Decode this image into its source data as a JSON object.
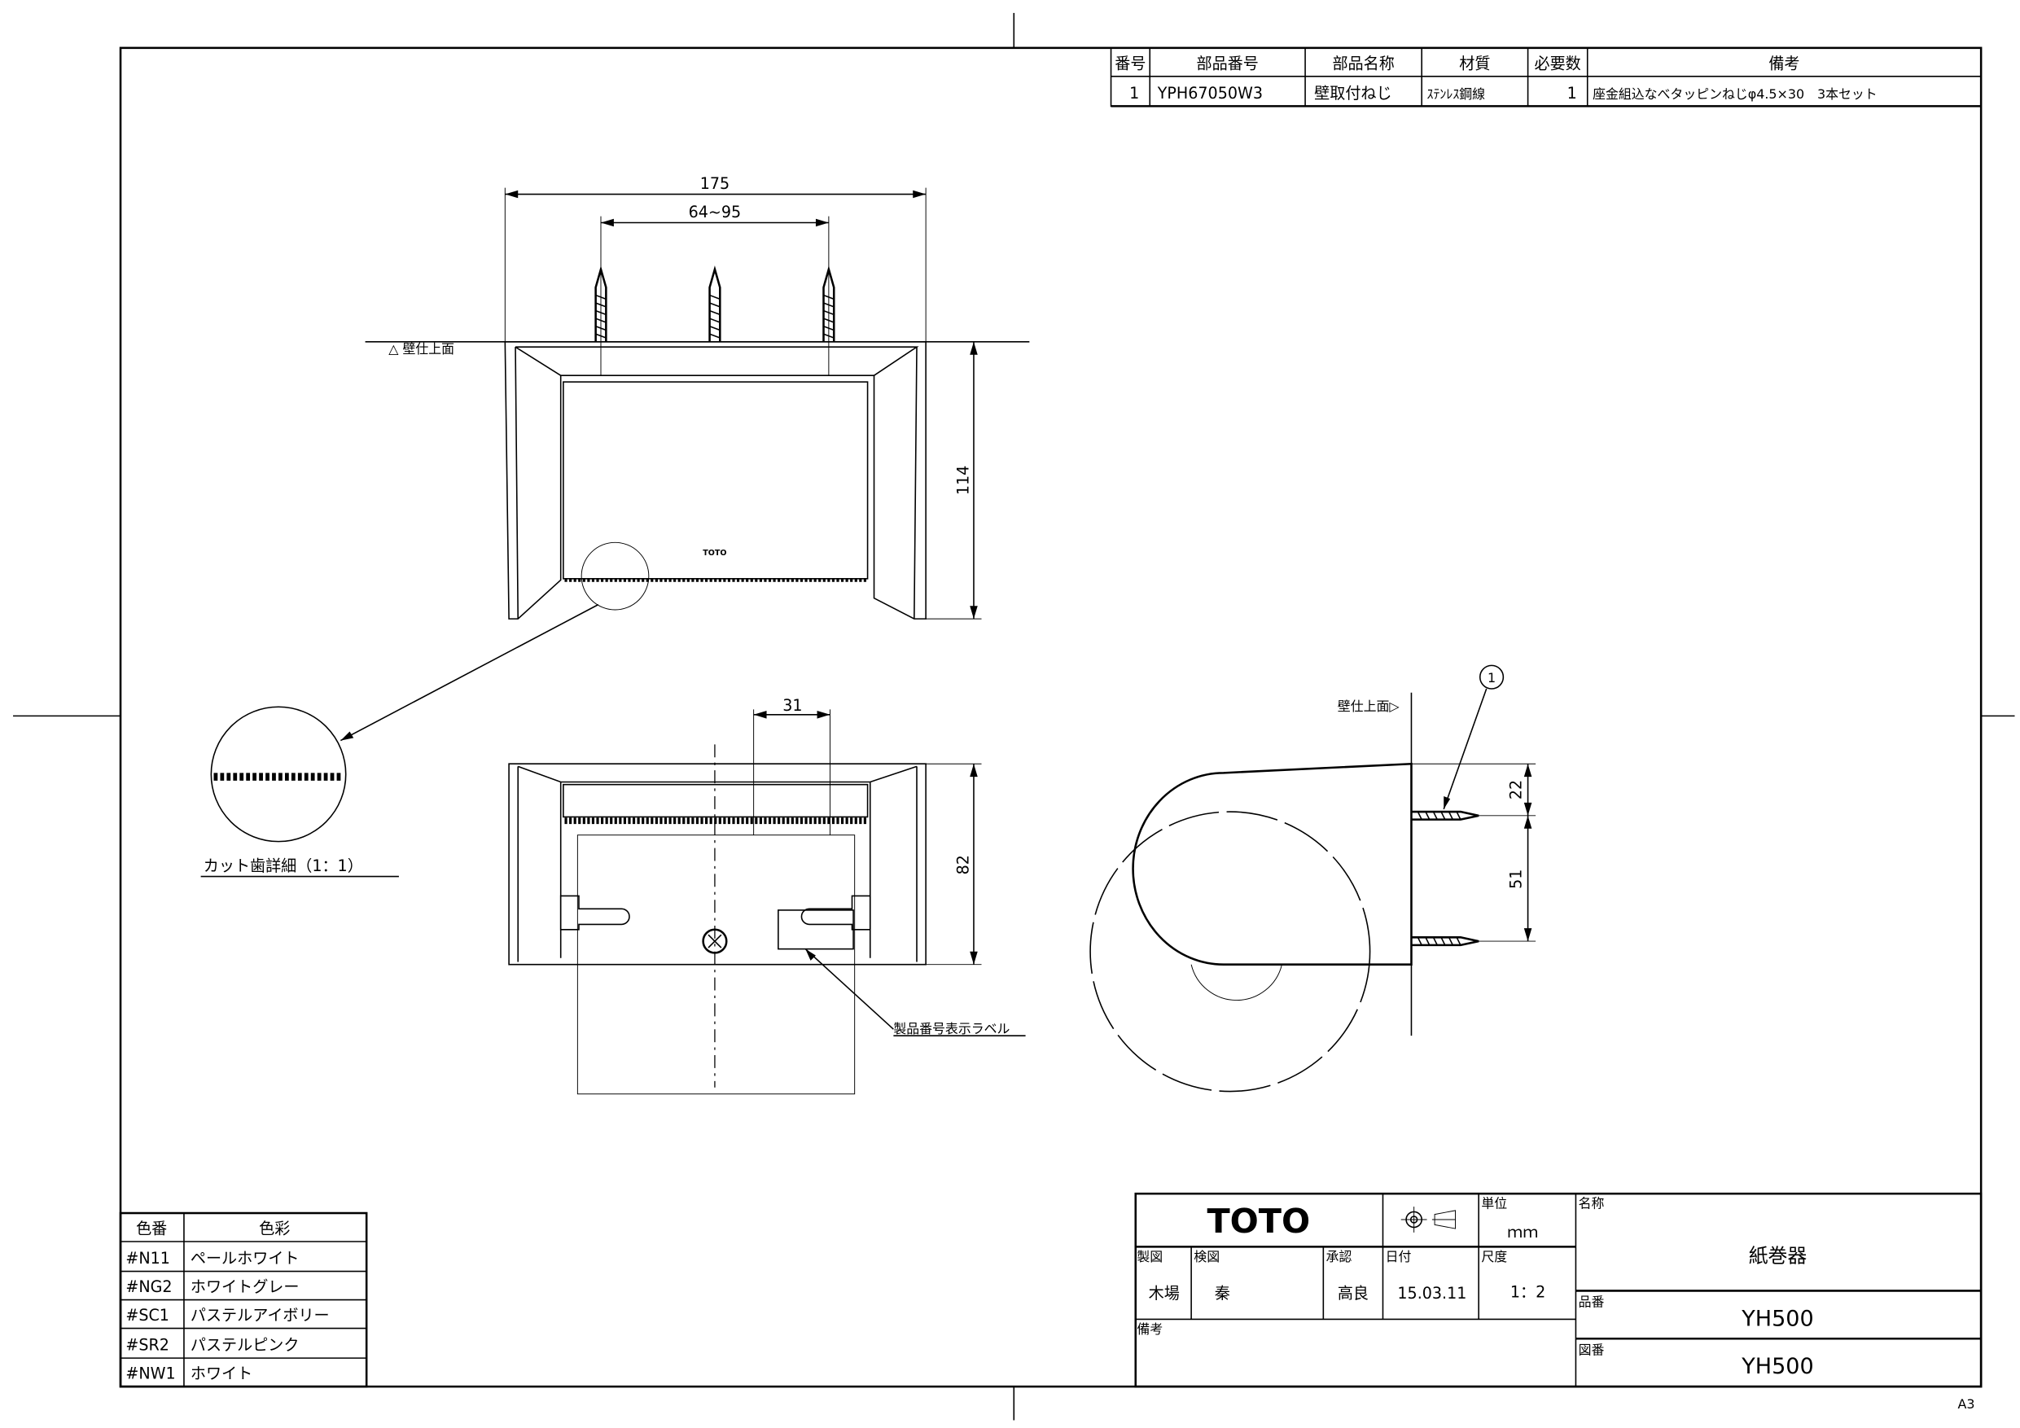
{
  "parts_table": {
    "headers": [
      "番号",
      "部品番号",
      "部品名称",
      "材質",
      "必要数",
      "備考"
    ],
    "rows": [
      [
        "1",
        "YPH67050W3",
        "壁取付ねじ",
        "ｽﾃﾝﾚｽ鋼線",
        "1",
        "座金組込なべタッピンねじφ4.5×30　3本セット"
      ]
    ]
  },
  "front_view": {
    "dim_width": "175",
    "dim_screw_pitch": "64~95",
    "dim_height": "114",
    "wall_label": "△ 壁仕上面",
    "brand_mark": "TOTO"
  },
  "detail": {
    "label": "カット歯詳細（1：1）"
  },
  "bottom_view": {
    "dim_31": "31",
    "dim_82": "82",
    "label_tag": "製品番号表示ラベル"
  },
  "side_view": {
    "wall_label": "壁仕上面▷",
    "part_ref": "1",
    "dim_22": "22",
    "dim_51": "51"
  },
  "color_table": {
    "headers": [
      "色番",
      "色彩"
    ],
    "rows": [
      [
        "#N11",
        "ペールホワイト"
      ],
      [
        "#NG2",
        "ホワイトグレー"
      ],
      [
        "#SC1",
        "パステルアイボリー"
      ],
      [
        "#SR2",
        "パステルピンク"
      ],
      [
        "#NW1",
        "ホワイト"
      ]
    ]
  },
  "title_block": {
    "logo": "TOTO",
    "projection_icon": "third-angle-projection-icon",
    "unit_label": "単位",
    "unit": "ｍｍ",
    "drawn_label": "製図",
    "drawn_by": "木場",
    "checked_label": "検図",
    "checked_by": "秦",
    "approved_label": "承認",
    "approved_by": "高良",
    "date_label": "日付",
    "date": "15.03.11",
    "scale_label": "尺度",
    "scale": "1：2",
    "remarks_label": "備考",
    "name_label": "名称",
    "name": "紙巻器",
    "product_no_label": "品番",
    "product_no": "YH500",
    "drawing_no_label": "図番",
    "drawing_no": "YH500"
  },
  "sheet_size": "A3"
}
